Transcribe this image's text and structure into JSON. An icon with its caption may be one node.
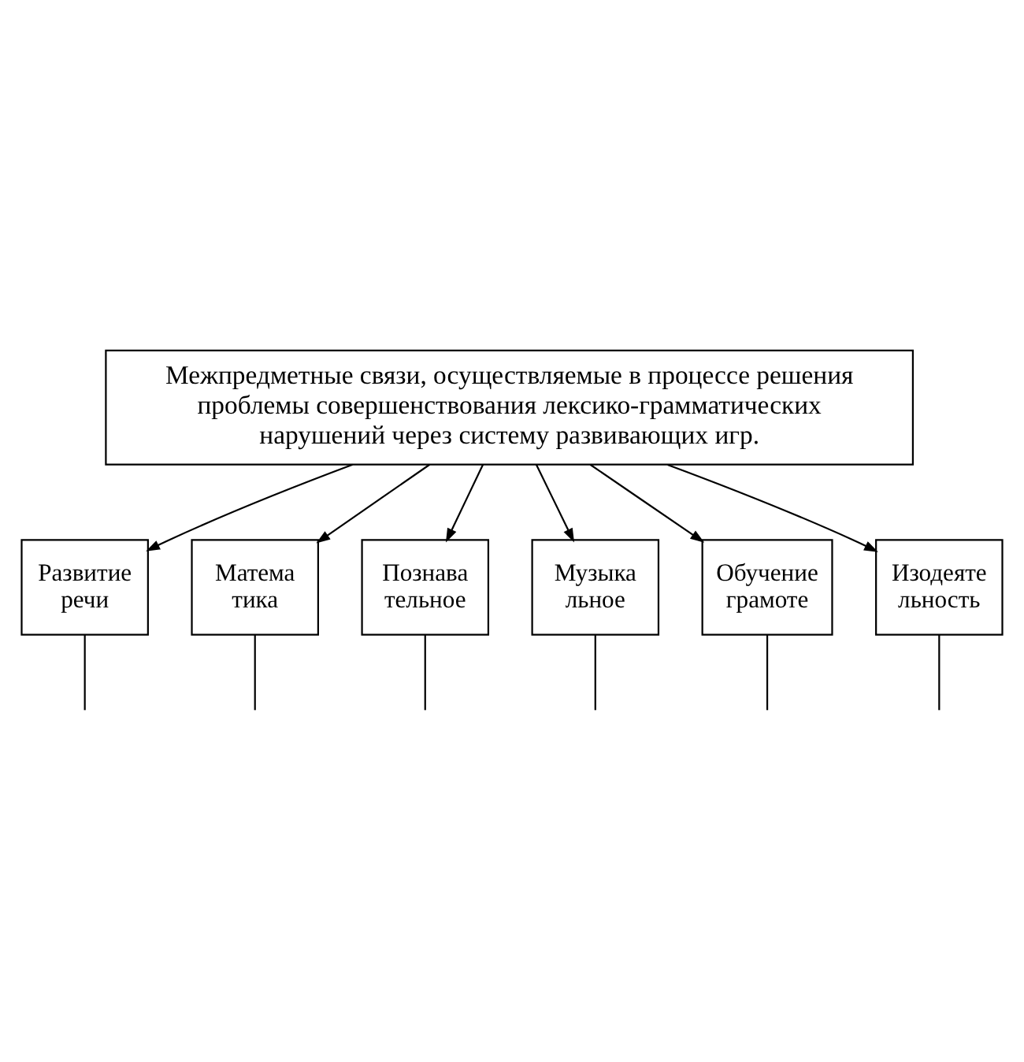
{
  "diagram": {
    "nodes": [
      {
        "text": [
          "Межпредметные связи, осуществляемые в процессе решения проблемы совершенствования лексико-грамматических нарушений через систему развивающих игр."
        ]
      },
      {
        "text": [
          "Развитие речи"
        ]
      },
      {
        "text": [
          "Матема тика"
        ]
      },
      {
        "text": [
          "Познава тельное"
        ]
      },
      {
        "text": [
          "Музыка льное"
        ]
      },
      {
        "text": [
          "Обучение грамоте"
        ]
      },
      {
        "text": [
          "Изодеяте льность"
        ]
      }
    ],
    "edges": [
      {
        "from": 0,
        "to": 1,
        "arrow": "to"
      },
      {
        "from": 0,
        "to": 2,
        "arrow": "to"
      },
      {
        "from": 0,
        "to": 3,
        "arrow": "to"
      },
      {
        "from": 0,
        "to": 4,
        "arrow": "to"
      },
      {
        "from": 0,
        "to": 5,
        "arrow": "to"
      },
      {
        "from": 0,
        "to": 6,
        "arrow": "to"
      },
      {
        "from": 1,
        "to": null,
        "arrow": "none"
      },
      {
        "from": 2,
        "to": null,
        "arrow": "none"
      },
      {
        "from": 3,
        "to": null,
        "arrow": "none"
      },
      {
        "from": 4,
        "to": null,
        "arrow": "none"
      },
      {
        "from": 5,
        "to": null,
        "arrow": "none"
      },
      {
        "from": 6,
        "to": null,
        "arrow": "none"
      }
    ]
  }
}
